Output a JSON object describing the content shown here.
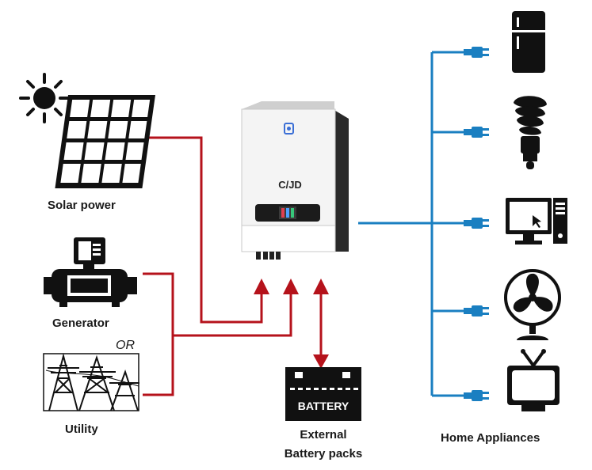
{
  "labels": {
    "solar": "Solar power",
    "generator": "Generator",
    "or": "OR",
    "utility": "Utility",
    "battery_text": "BATTERY",
    "battery_caption_line1": "External",
    "battery_caption_line2": "Battery packs",
    "appliances": "Home Appliances",
    "inverter_logo": "C/JD"
  },
  "colors": {
    "dc_line": "#b5121b",
    "ac_line": "#1a7fc1",
    "icon": "#111111",
    "inverter_body": "#f2f2f2",
    "inverter_side": "#2a2a2a"
  },
  "icons": [
    "sun-icon",
    "solar-panel-icon",
    "generator-icon",
    "utility-tower-icon",
    "inverter-icon",
    "battery-icon",
    "fridge-icon",
    "bulb-icon",
    "computer-icon",
    "fan-icon",
    "tv-icon",
    "plug-icon"
  ]
}
